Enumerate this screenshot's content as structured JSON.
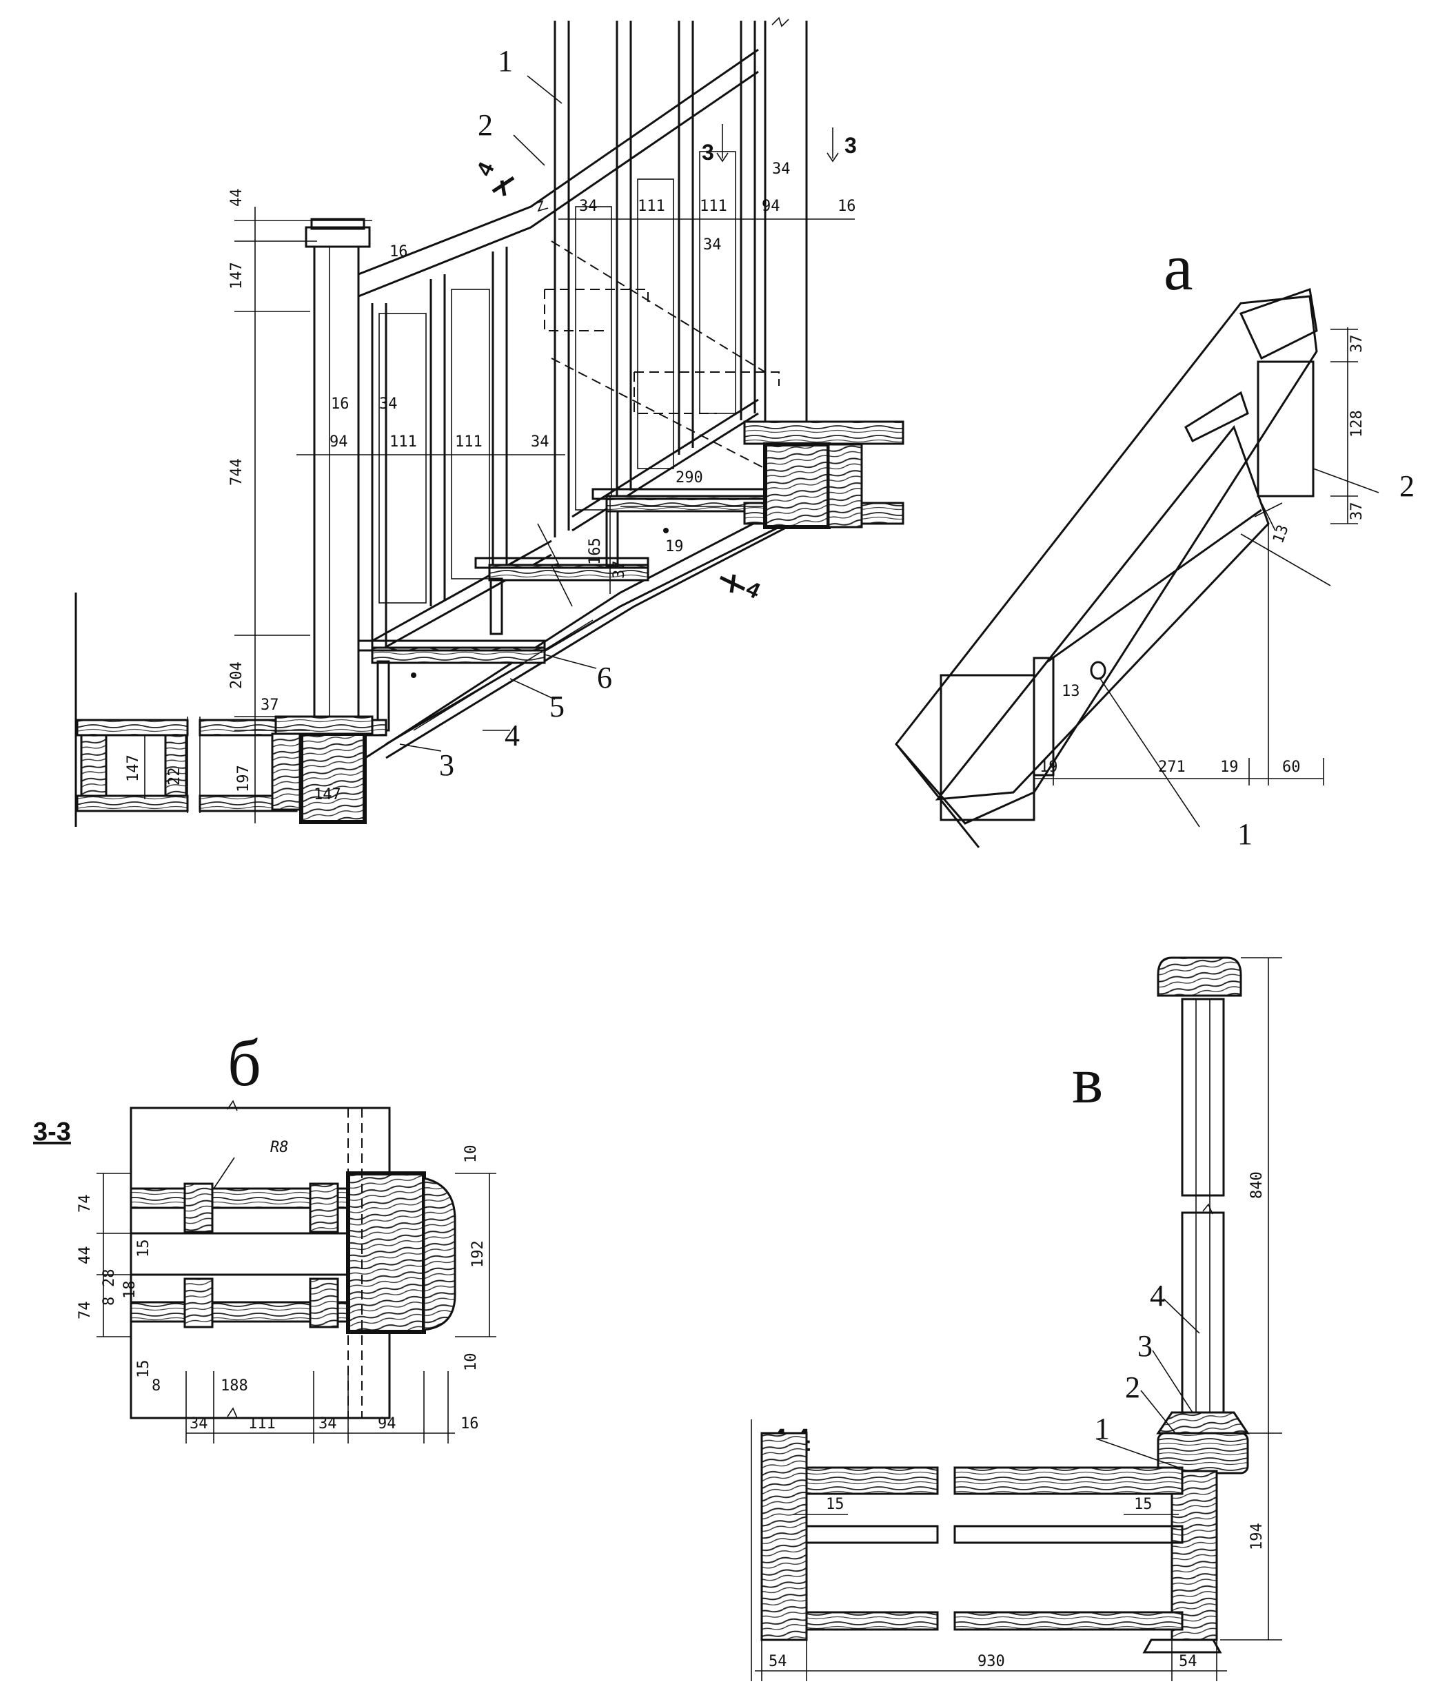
{
  "panel_labels": {
    "a": "а",
    "b": "б",
    "v": "в"
  },
  "section_titles": {
    "s33": "3-3",
    "s44": "4-4"
  },
  "section_marks": {
    "m3a": "3",
    "m3b": "3",
    "m4a": "4",
    "m4b": "4"
  },
  "main_view": {
    "callouts": [
      "1",
      "2",
      "3",
      "4",
      "5",
      "6"
    ],
    "dims": {
      "d44": "44",
      "d147a": "147",
      "d744": "744",
      "d204": "204",
      "d37a": "37",
      "d147b": "147",
      "d22": "22",
      "d197": "197",
      "d147c": "147",
      "d16a": "16",
      "d16b": "16",
      "d94a": "94",
      "d34a": "34",
      "d111a": "111",
      "d111b": "111",
      "d34b": "34",
      "d34c": "34",
      "d111c": "111",
      "d111d": "111",
      "d34d": "34",
      "d94b": "94",
      "d34e": "34",
      "d16c": "16",
      "d290": "290",
      "d165": "165",
      "d37b": "37",
      "d19": "19"
    }
  },
  "view_a": {
    "callouts": [
      "1",
      "2"
    ],
    "dims": {
      "d37a": "37",
      "d128": "128",
      "d37b": "37",
      "d13": "13",
      "d19a": "19",
      "d271": "271",
      "d19b": "19",
      "d60": "60",
      "d13b": "13"
    }
  },
  "view_b": {
    "dims": {
      "r8": "R8",
      "d10a": "10",
      "d192": "192",
      "d10b": "10",
      "d74a": "74",
      "d44": "44",
      "d74b": "74",
      "d15a": "15",
      "d15b": "15",
      "d8a": "8",
      "d28": "28",
      "d18": "18",
      "d8b": "8",
      "d188": "188",
      "d34a": "34",
      "d111": "111",
      "d34b": "34",
      "d94": "94",
      "d16": "16"
    }
  },
  "view_v": {
    "callouts": [
      "1",
      "2",
      "3",
      "4"
    ],
    "dims": {
      "d840": "840",
      "d194": "194",
      "d15a": "15",
      "d15b": "15",
      "d54a": "54",
      "d930": "930",
      "d54b": "54"
    }
  }
}
